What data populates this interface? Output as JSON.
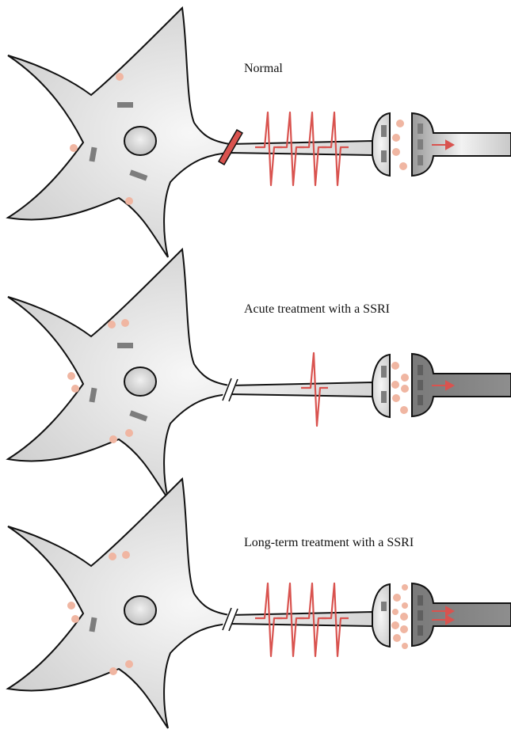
{
  "colors": {
    "cell_fill": "#d9d9d9",
    "outline": "#111111",
    "receptor": "#7d7d7d",
    "serotonin": "#f0b6a2",
    "signal": "#d9534f",
    "axon_dark": "#8a8a8a"
  },
  "icons": {
    "receptor": "receptor-bar-icon",
    "neurotransmitter": "serotonin-dot-icon",
    "signal": "action-potential-spike-icon",
    "arrow": "signal-arrow-icon"
  },
  "panels": [
    {
      "id": "normal",
      "label": "Normal",
      "soma_receptors": 3,
      "soma_vesicles": 3,
      "action_potentials": 4,
      "axon_block": "red-bar",
      "synaptic_serotonin": 4,
      "post_arrows": 1,
      "post_axon_shade": "light"
    },
    {
      "id": "acute",
      "label": "Acute treatment with a SSRI",
      "soma_receptors": 3,
      "soma_vesicles": 6,
      "action_potentials": 1,
      "axon_block": "break-marks",
      "synaptic_serotonin": 6,
      "post_arrows": 1,
      "post_axon_shade": "dark"
    },
    {
      "id": "long-term",
      "label": "Long-term treatment with a SSRI",
      "soma_receptors": 1,
      "soma_vesicles": 6,
      "action_potentials": 4,
      "axon_block": "break-marks",
      "synaptic_serotonin": 9,
      "post_arrows": 2,
      "post_axon_shade": "dark"
    }
  ]
}
